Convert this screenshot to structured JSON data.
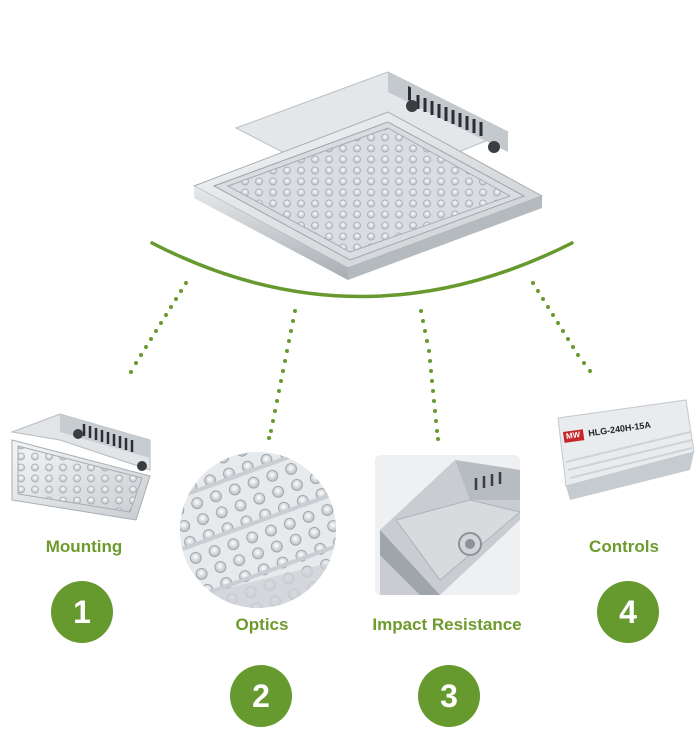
{
  "features": [
    {
      "label": "Mounting",
      "number": "1"
    },
    {
      "label": "Optics",
      "number": "2"
    },
    {
      "label": "Impact Resistance",
      "number": "3"
    },
    {
      "label": "Controls",
      "number": "4"
    }
  ],
  "driver_label": {
    "model": "HLG-240H-15A",
    "brand": "MW"
  },
  "colors": {
    "accent": "#669a2f",
    "label": "#6f9a2e",
    "housing": "#dcdfe2"
  },
  "icons": [
    "led-canopy-light-icon",
    "led-optics-closeup-icon",
    "housing-corner-icon",
    "led-driver-icon"
  ]
}
